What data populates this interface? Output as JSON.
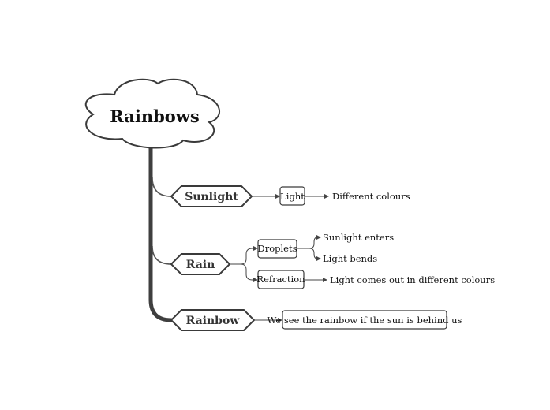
{
  "root": {
    "label": "Rainbows"
  },
  "branches": [
    {
      "label": "Sunlight",
      "children": [
        {
          "label": "Light",
          "leaves": [
            "Different colours"
          ]
        }
      ]
    },
    {
      "label": "Rain",
      "children": [
        {
          "label": "Droplets",
          "leaves": [
            "Sunlight enters",
            "Light bends"
          ]
        },
        {
          "label": "Refraction",
          "leaves": [
            "Light comes out in different colours"
          ]
        }
      ]
    },
    {
      "label": "Rainbow",
      "children": [
        {
          "label": "We see the rainbow if the sun is behind us",
          "leaves": []
        }
      ]
    }
  ],
  "colors": {
    "stroke": "#3a3a3a",
    "background": "#ffffff"
  }
}
